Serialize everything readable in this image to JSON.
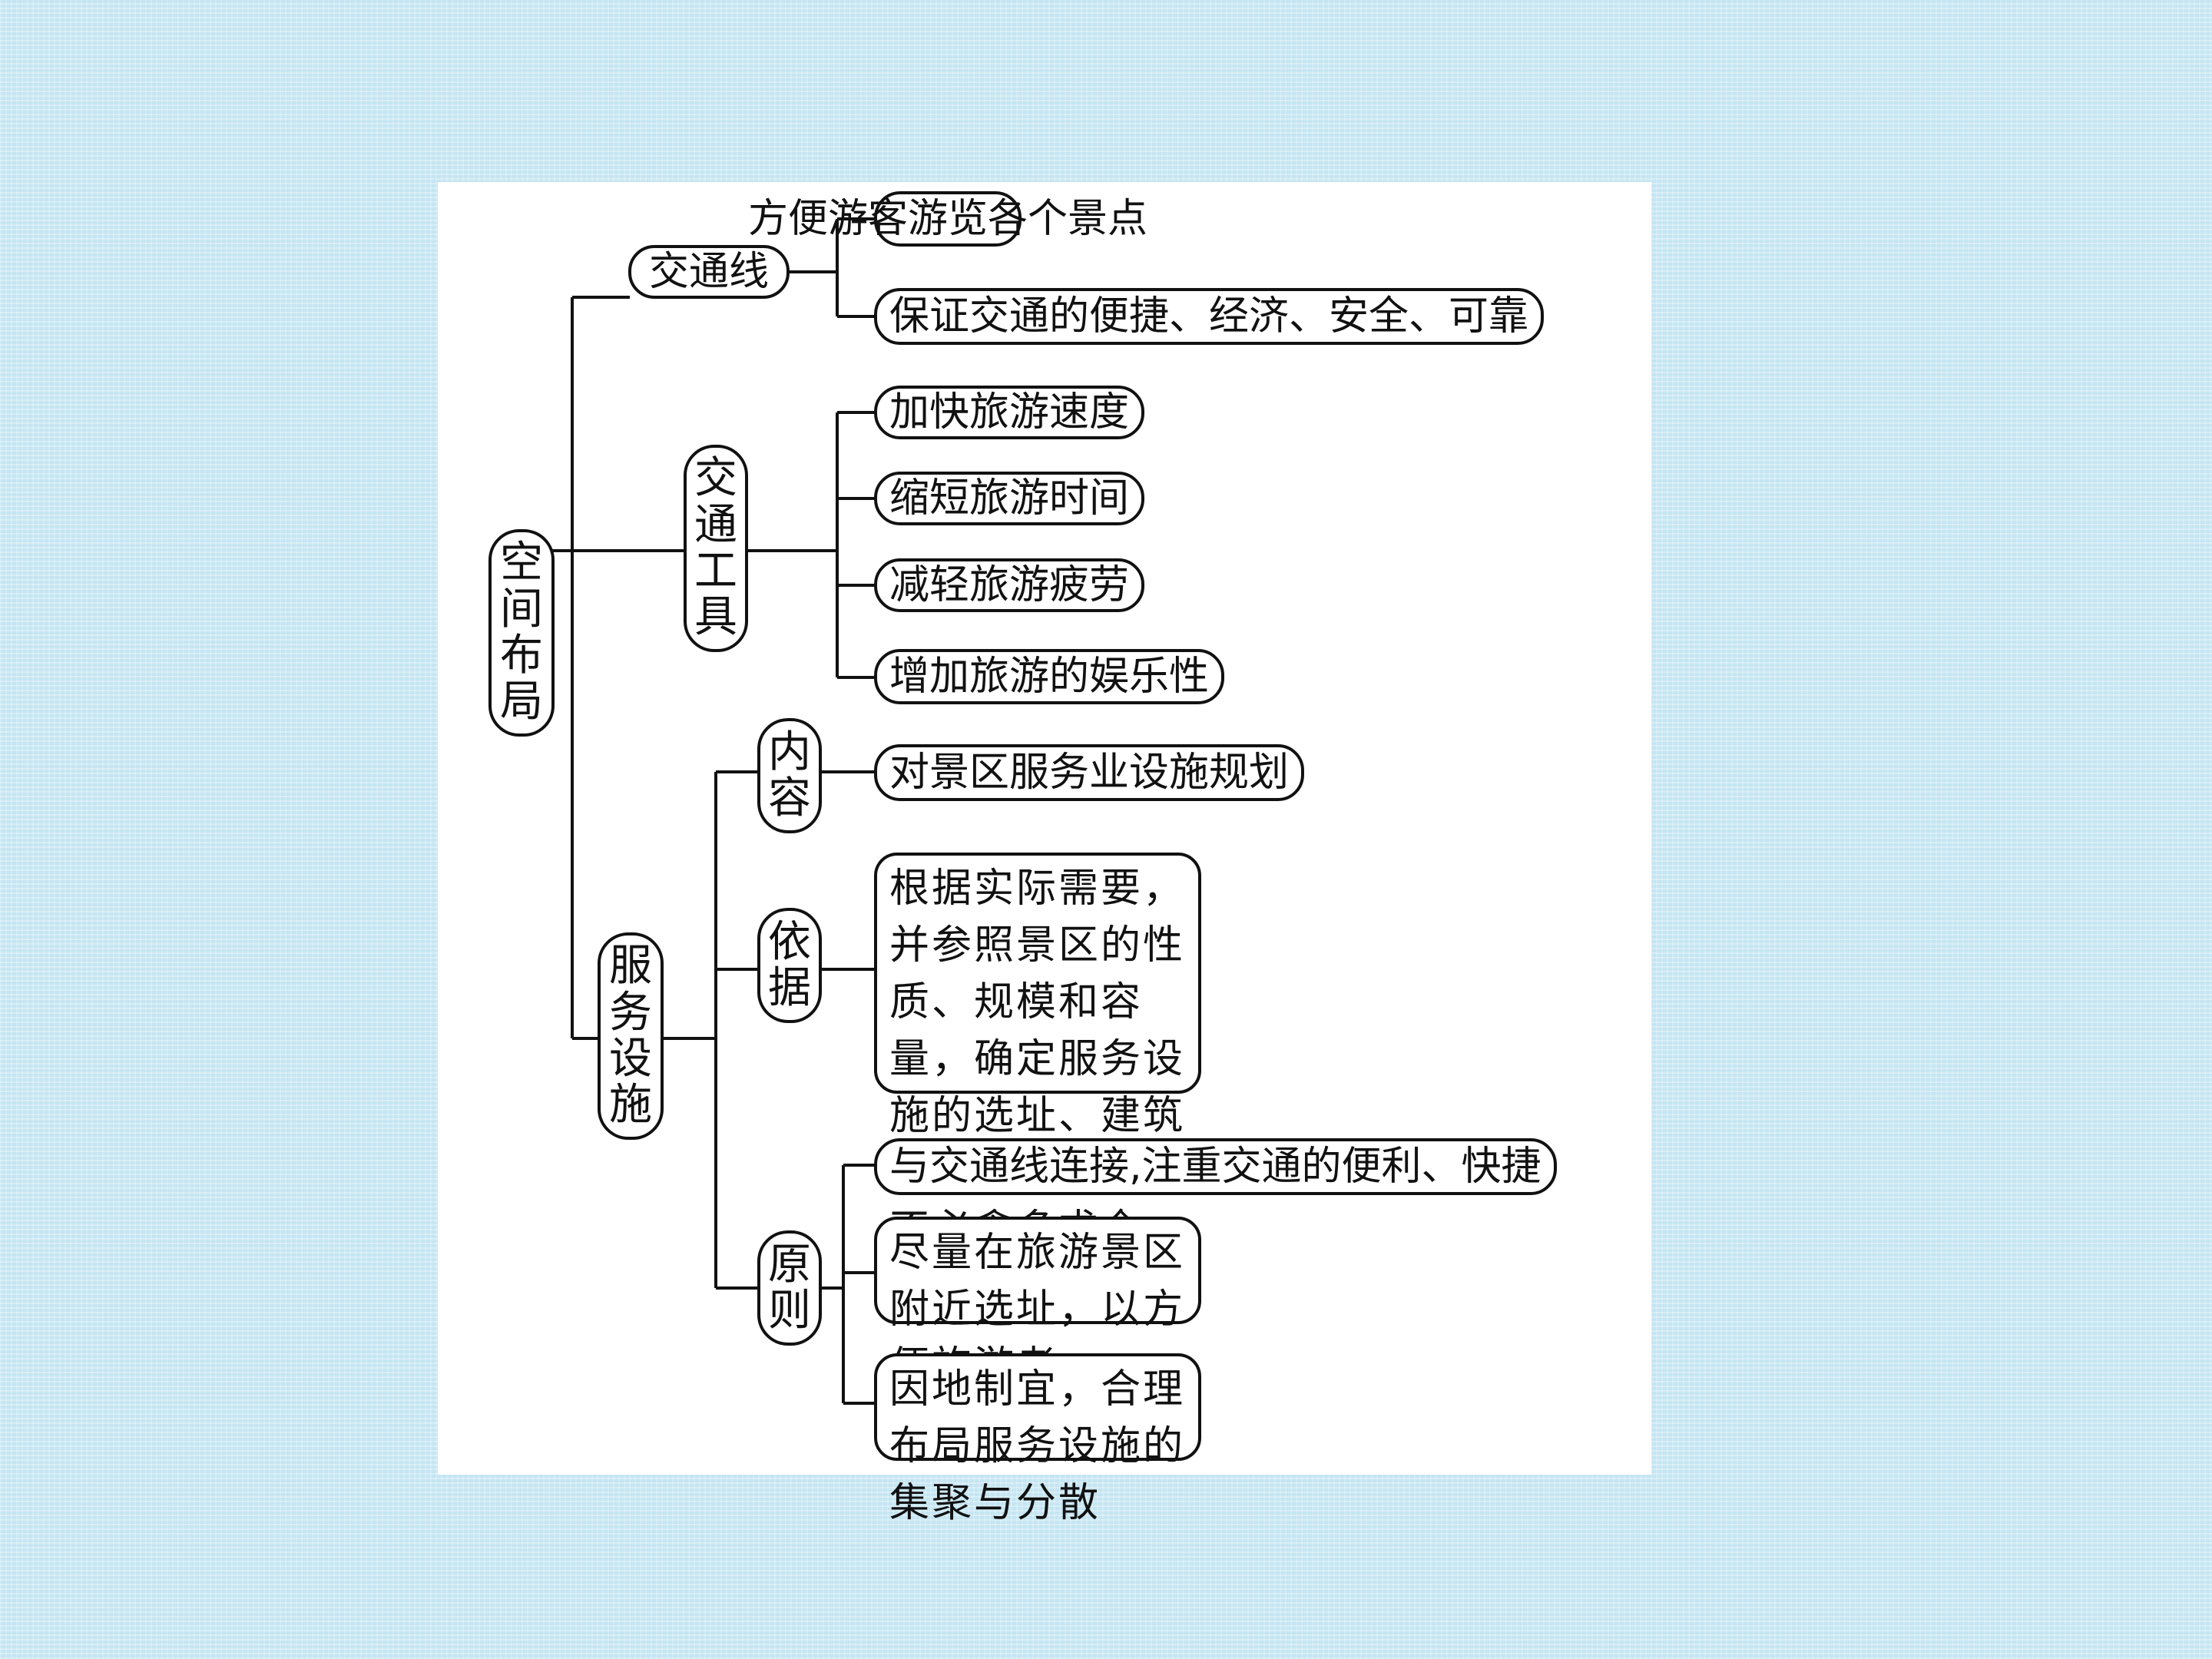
{
  "root": {
    "label": "空间布局"
  },
  "traffic_line": {
    "label": "交通线",
    "items": [
      "方便游客游览各个景点",
      "保证交通的便捷、经济、安全、可靠"
    ]
  },
  "vehicles": {
    "label": "交通工具",
    "items": [
      "加快旅游速度",
      "缩短旅游时间",
      "减轻旅游疲劳",
      "增加旅游的娱乐性"
    ]
  },
  "services": {
    "label": "服务设施",
    "content": {
      "label": "内容",
      "text": "对景区服务业设施规划"
    },
    "basis": {
      "label": "依据",
      "text": "根据实际需要，并参照景区的性质、规模和容量，确定服务设施的选址、建筑风格和规模等，不必贪多求全"
    },
    "principles": {
      "label": "原则",
      "items": [
        "与交通线连接,注重交通的便利、快捷",
        "尽量在旅游景区附近选址，以方便旅游者",
        "因地制宜，合理布局服务设施的集聚与分散"
      ]
    }
  }
}
